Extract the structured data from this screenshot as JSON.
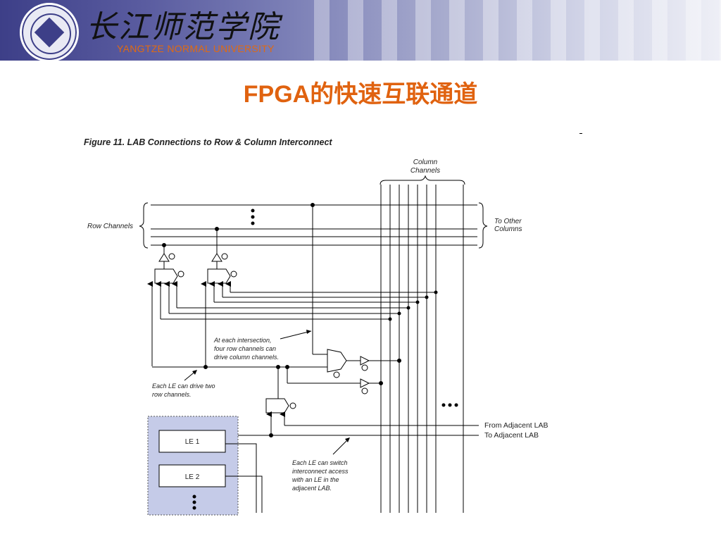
{
  "header": {
    "school_cn": "长江师范学院",
    "school_en": "YANGTZE NORMAL UNIVERSITY",
    "seal_icon": "university-seal-icon"
  },
  "slide": {
    "title": "FPGA的快速互联通道"
  },
  "figure": {
    "caption": "Figure 11. LAB Connections to Row & Column Interconnect",
    "labels": {
      "column_channels": [
        "Column",
        "Channels"
      ],
      "row_channels": "Row Channels",
      "to_other_columns": [
        "To Other",
        "Columns"
      ],
      "intersection_note": [
        "At each intersection,",
        "four row channels can",
        "drive column channels."
      ],
      "le_drive_note": [
        "Each LE can drive two",
        "row channels."
      ],
      "switch_note": [
        "Each LE can switch",
        "interconnect access",
        "with an LE in the",
        "adjacent LAB."
      ],
      "from_adjacent": "From Adjacent LAB",
      "to_adjacent": "To Adjacent LAB",
      "le1": "LE 1",
      "le2": "LE 2"
    },
    "colors": {
      "lab_fill": "#c5cbe8",
      "line": "#000000",
      "title": "#e0620f",
      "accent_en": "#e06a12"
    }
  }
}
